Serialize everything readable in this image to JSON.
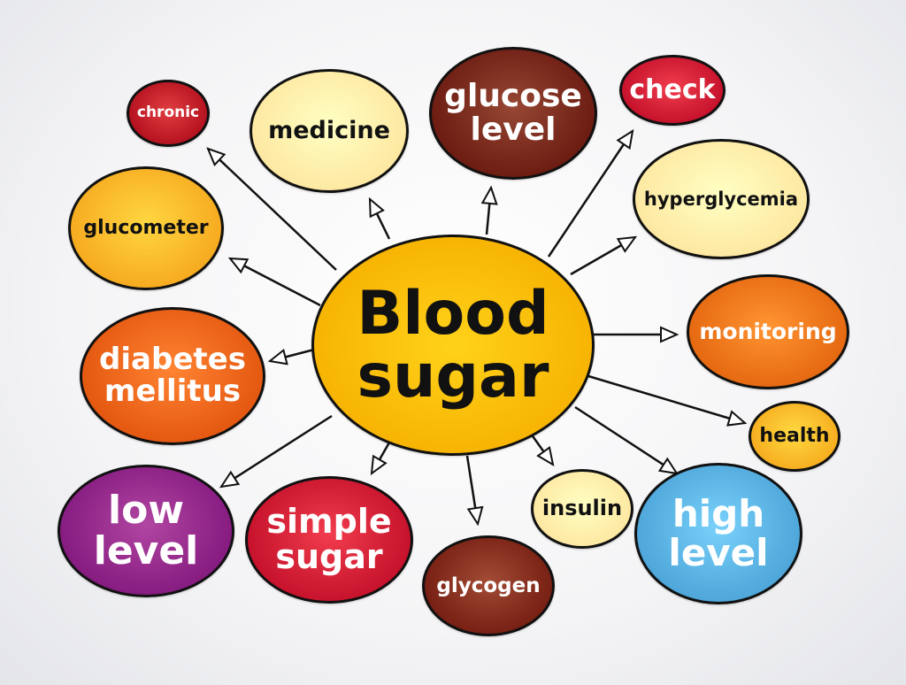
{
  "center": {
    "label": "Blood\nsugar",
    "color": "#f7b500"
  },
  "nodes": [
    {
      "id": "chronic",
      "label": "chronic",
      "color": "#b3101e",
      "text": "#ffffff"
    },
    {
      "id": "medicine",
      "label": "medicine",
      "color": "#fde7a0",
      "text": "#111111"
    },
    {
      "id": "glucose-level",
      "label": "glucose\nlevel",
      "color": "#6a1a10",
      "text": "#ffffff"
    },
    {
      "id": "check",
      "label": "check",
      "color": "#c4102a",
      "text": "#ffffff"
    },
    {
      "id": "hyperglycemia",
      "label": "hyperglycemia",
      "color": "#fde7a0",
      "text": "#111111"
    },
    {
      "id": "glucometer",
      "label": "glucometer",
      "color": "#f6a91e",
      "text": "#111111"
    },
    {
      "id": "monitoring",
      "label": "monitoring",
      "color": "#e4670f",
      "text": "#ffffff"
    },
    {
      "id": "diabetes-mellitus",
      "label": "diabetes\nmellitus",
      "color": "#e3560f",
      "text": "#ffffff"
    },
    {
      "id": "health",
      "label": "health",
      "color": "#f6ac1e",
      "text": "#111111"
    },
    {
      "id": "low-level",
      "label": "low\nlevel",
      "color": "#84197f",
      "text": "#ffffff"
    },
    {
      "id": "simple-sugar",
      "label": "simple\nsugar",
      "color": "#c4102a",
      "text": "#ffffff"
    },
    {
      "id": "glycogen",
      "label": "glycogen",
      "color": "#751e12",
      "text": "#ffffff"
    },
    {
      "id": "insulin",
      "label": "insulin",
      "color": "#fde7a0",
      "text": "#111111"
    },
    {
      "id": "high-level",
      "label": "high\nlevel",
      "color": "#4ca4d8",
      "text": "#ffffff"
    }
  ]
}
